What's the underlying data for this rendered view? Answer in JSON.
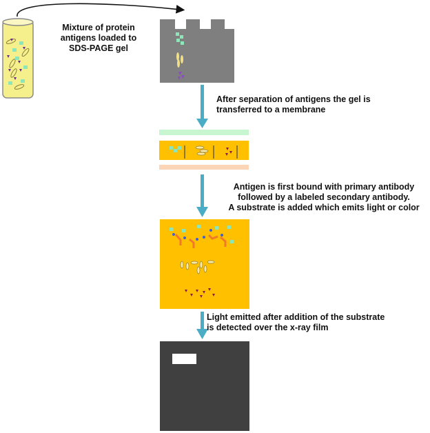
{
  "steps": {
    "load": {
      "lines": [
        "Mixture of protein",
        "antigens loaded to",
        "SDS-PAGE gel"
      ]
    },
    "transfer": {
      "lines": [
        "After separation of antigens the gel is",
        "transferred to a membrane"
      ]
    },
    "antibody": {
      "lines": [
        "Antigen is first bound with primary antibody",
        "followed by a labeled secondary antibody.",
        "A substrate is added which emits light or color"
      ]
    },
    "detect": {
      "lines": [
        "Light emitted after addition of the substrate",
        "is detected over the x-ray film"
      ]
    }
  },
  "colors": {
    "arrow": "#4bacc6",
    "gel": "#7f7f7f",
    "membrane": "#ffc000",
    "film": "#404040",
    "tube": "#f6f08c"
  }
}
